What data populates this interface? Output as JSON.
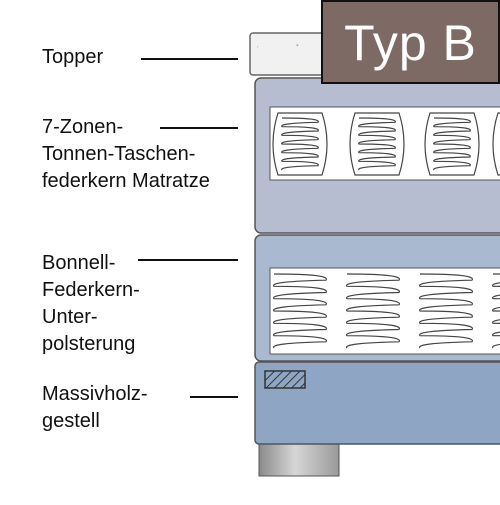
{
  "title_badge": {
    "text": "Typ B"
  },
  "labels": {
    "topper": [
      "Topper"
    ],
    "matratze": [
      "7-Zonen-",
      "Tonnen-Taschen-",
      "federkern Matratze"
    ],
    "unterpolsterung": [
      "Bonnell-",
      "Federkern-",
      "Unter-",
      "polsterung"
    ],
    "gestell": [
      "Massivholz-",
      "gestell"
    ]
  },
  "colors": {
    "badge_fill": "#7d6a64",
    "matratze_fill": "#b6bdd0",
    "unterpolsterung_fill": "#a9b9d0",
    "gestell_fill": "#8ea6c3",
    "fuss_fill": "#bdbdbd",
    "topper_fill": "#f1f1f1",
    "line": "#111111"
  }
}
